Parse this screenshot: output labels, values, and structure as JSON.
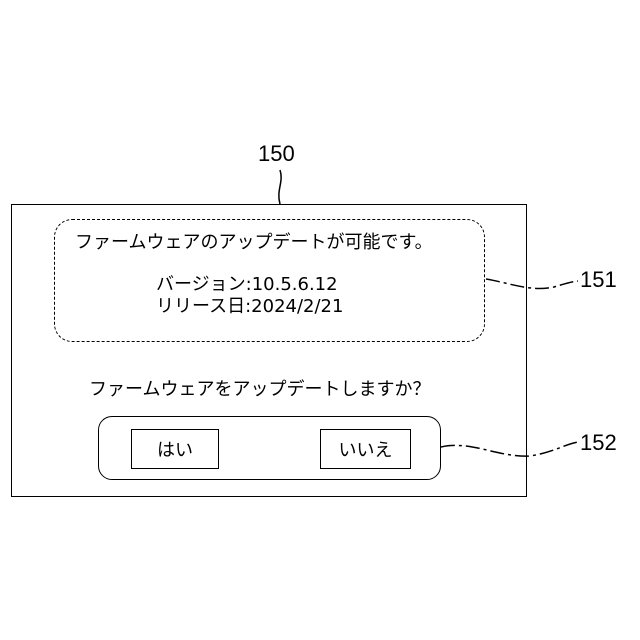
{
  "refs": {
    "screen": "150",
    "info_panel": "151",
    "button_panel": "152"
  },
  "dialog": {
    "message": "ファームウェアのアップデートが可能です。",
    "version_line": "バージョン:10.5.6.12",
    "release_line": "リリース日:2024/2/21",
    "question": "ファームウェアをアップデートしますか？",
    "yes_label": "はい",
    "no_label": "いいえ"
  }
}
